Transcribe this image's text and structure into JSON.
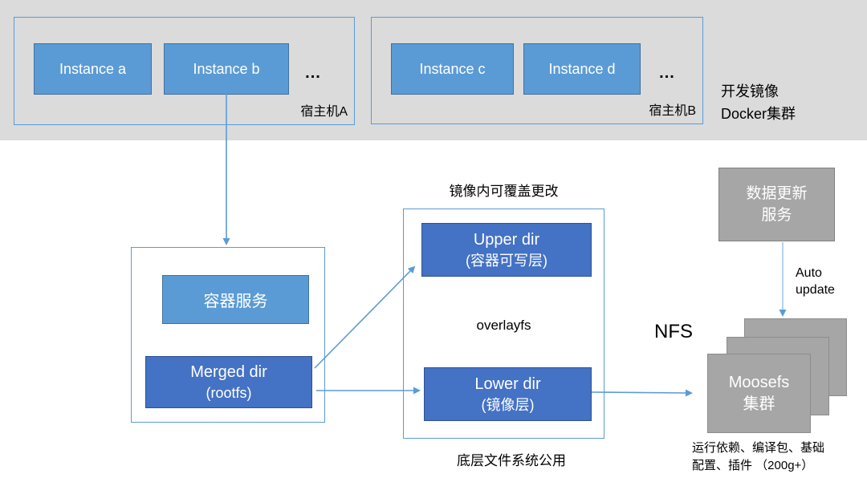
{
  "colors": {
    "band_gray": "#dbdbdb",
    "light_blue": "#5b9bd5",
    "dark_blue": "#4472c4",
    "node_gray": "#a6a6a6",
    "arrow_blue": "#5b9bd5"
  },
  "cluster": {
    "label_line1": "开发镜像",
    "label_line2": "Docker集群",
    "hosts": [
      {
        "label": "宿主机A",
        "instances": [
          "Instance a",
          "Instance b"
        ],
        "more": "..."
      },
      {
        "label": "宿主机B",
        "instances": [
          "Instance c",
          "Instance d"
        ],
        "more": "..."
      }
    ]
  },
  "container_box": {
    "service": "容器服务",
    "merged_line1": "Merged dir",
    "merged_line2": "(rootfs)"
  },
  "overlay_box": {
    "title": "镜像内可覆盖更改",
    "upper_line1": "Upper dir",
    "upper_line2": "(容器可写层)",
    "middle": "overlayfs",
    "lower_line1": "Lower dir",
    "lower_line2": "(镜像层)",
    "caption": "底层文件系统公用"
  },
  "storage": {
    "nfs": "NFS",
    "update_service_line1": "数据更新",
    "update_service_line2": "服务",
    "auto_line1": "Auto",
    "auto_line2": "update",
    "moosefs_line1": "Moosefs",
    "moosefs_line2": "集群",
    "caption_line1": "运行依赖、编译包、基础",
    "caption_line2": "配置、插件 （200g+）"
  }
}
